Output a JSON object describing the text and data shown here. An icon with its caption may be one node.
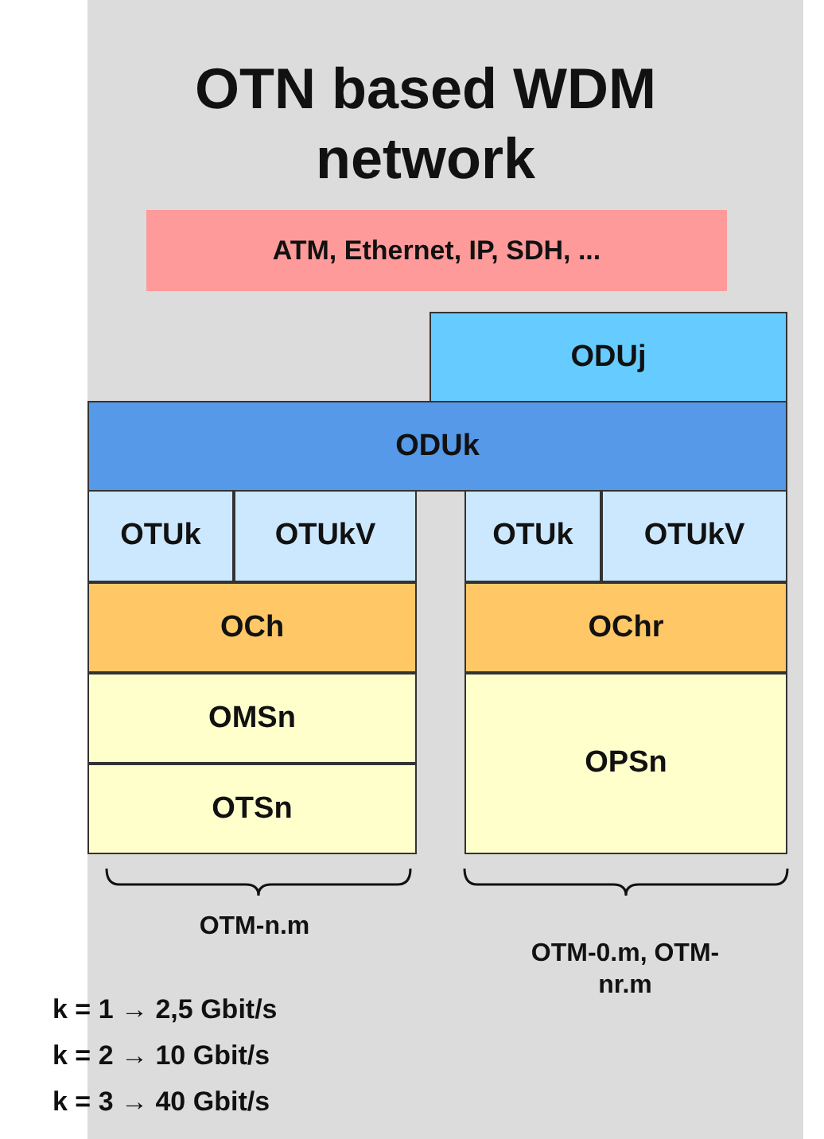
{
  "diagram": {
    "title": "OTN based WDM network",
    "nodes": [
      {
        "text": [
          "ATM, Ethernet, IP, SDH, ..."
        ]
      },
      {
        "text": [
          "ODUj"
        ]
      },
      {
        "text": [
          "ODUk"
        ]
      },
      {
        "text": [
          "OTUk"
        ]
      },
      {
        "text": [
          "OTUkV"
        ]
      },
      {
        "text": [
          "OTUk"
        ]
      },
      {
        "text": [
          "OTUkV"
        ]
      },
      {
        "text": [
          "OCh"
        ]
      },
      {
        "text": [
          "OChr"
        ]
      },
      {
        "text": [
          "OMSn"
        ]
      },
      {
        "text": [
          "OTSn"
        ]
      },
      {
        "text": [
          "OPSn"
        ]
      }
    ],
    "edges": [],
    "labels": [
      "OTM-n.m",
      "OTM-0.m, OTM-nr.m",
      "k = 1 → 2,5 Gbit/s",
      "k = 2 → 10 Gbit/s",
      "k = 3 → 40 Gbit/s"
    ]
  }
}
